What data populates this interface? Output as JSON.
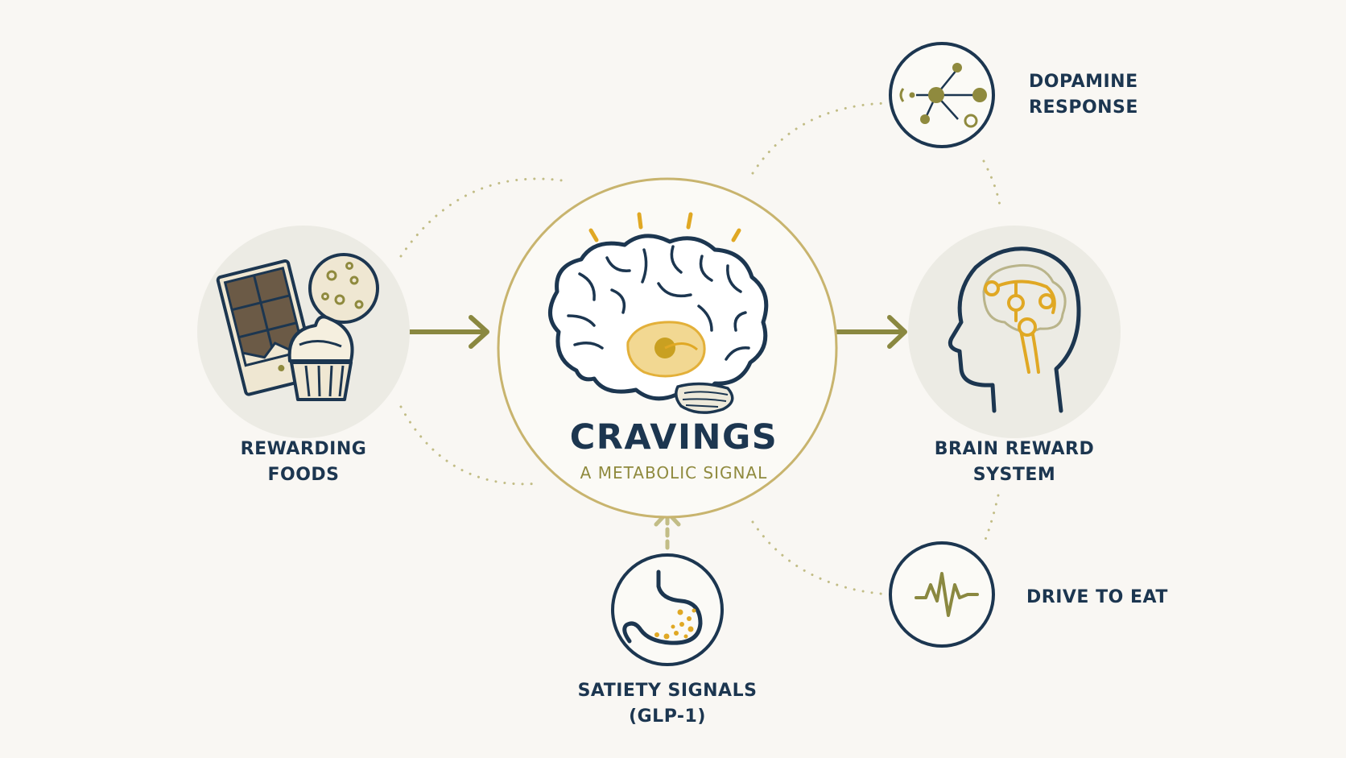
{
  "center": {
    "title": "CRAVINGS",
    "subtitle": "A METABOLIC SIGNAL"
  },
  "nodes": {
    "rewarding_foods": {
      "line1": "REWARDING",
      "line2": "FOODS",
      "icon": "sweets-icon"
    },
    "brain_reward_system": {
      "line1": "BRAIN REWARD",
      "line2": "SYSTEM",
      "icon": "head-profile-icon"
    },
    "dopamine_response": {
      "line1": "DOPAMINE",
      "line2": "RESPONSE",
      "icon": "molecule-icon"
    },
    "drive_to_eat": {
      "line1": "DRIVE TO EAT",
      "icon": "pulse-wave-icon"
    },
    "satiety_signals": {
      "line1": "SATIETY SIGNALS",
      "line2": "(GLP-1)",
      "icon": "stomach-icon"
    }
  },
  "colors": {
    "navy": "#1c3650",
    "olive": "#8f8a3e",
    "gold": "#e0a824",
    "background": "#f9f7f3",
    "circle_fill": "#ecebe4"
  }
}
